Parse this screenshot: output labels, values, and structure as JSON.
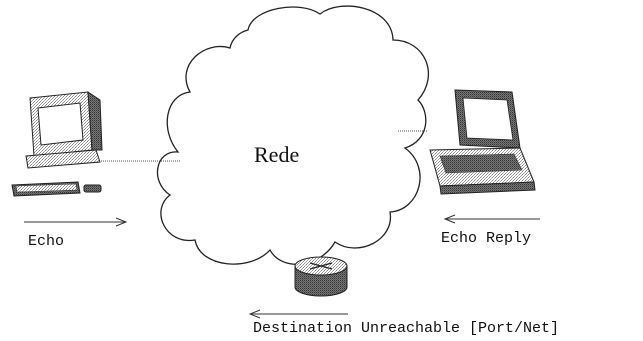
{
  "cloud": {
    "label": "Rede"
  },
  "labels": {
    "echo": "Echo",
    "echo_reply": "Echo Reply",
    "destination_unreachable": "Destination Unreachable [Port/Net]"
  },
  "icons": {
    "left": "desktop-computer-icon",
    "right": "laptop-icon",
    "bottom": "router-icon"
  }
}
